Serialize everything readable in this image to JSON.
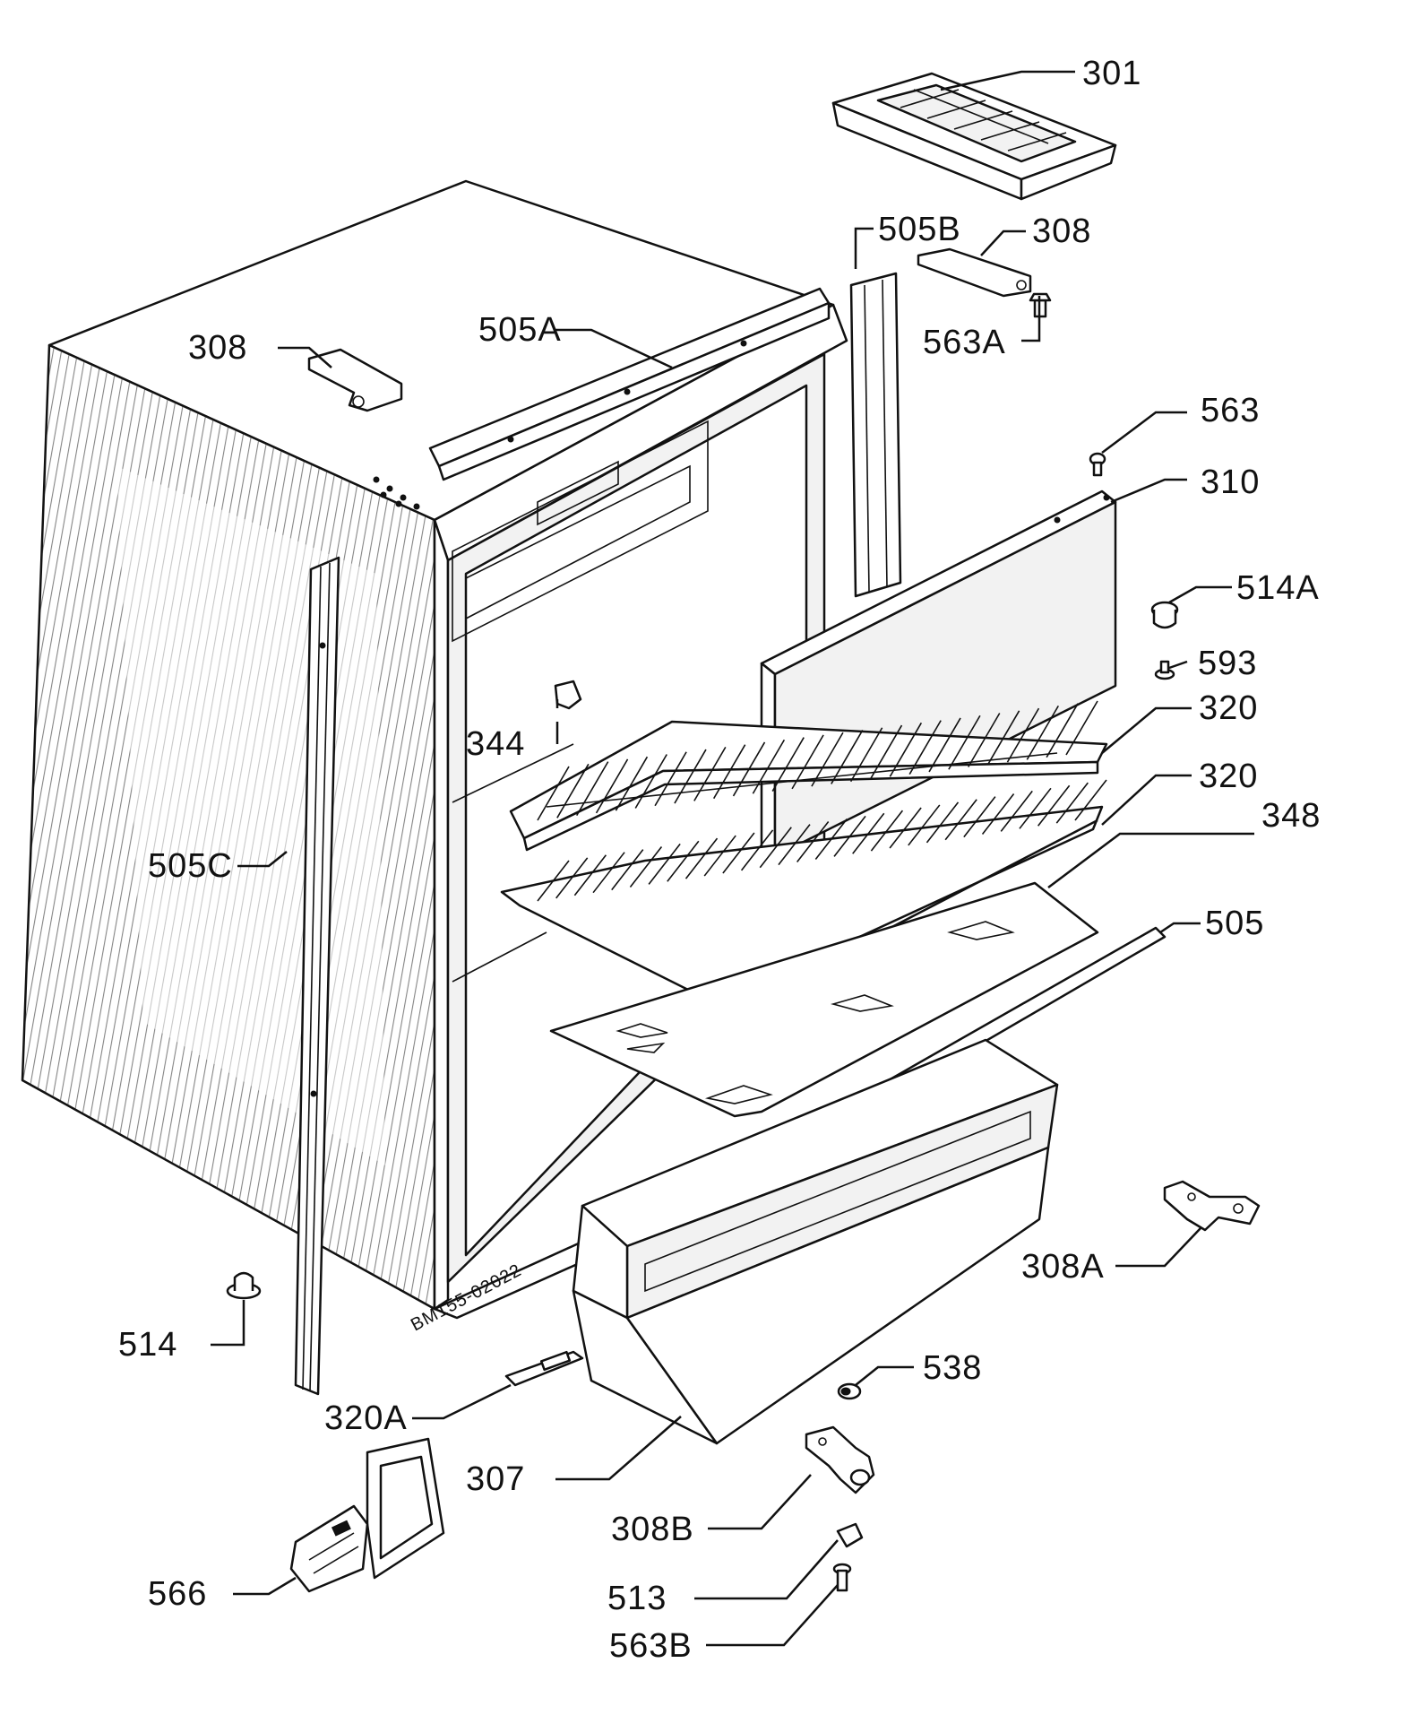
{
  "diagram": {
    "drawing_code": "BM155-02022",
    "part_labels": {
      "p301": "301",
      "p505B": "505B",
      "p308_top": "308",
      "p563A": "563A",
      "p308_left": "308",
      "p505A": "505A",
      "p563": "563",
      "p310": "310",
      "p514A": "514A",
      "p593": "593",
      "p344": "344",
      "p320_a": "320",
      "p320_b": "320",
      "p348": "348",
      "p505C": "505C",
      "p505": "505",
      "p308A": "308A",
      "p514": "514",
      "p538": "538",
      "p320A": "320A",
      "p307": "307",
      "p308B": "308B",
      "p513": "513",
      "p566": "566",
      "p563B": "563B"
    }
  }
}
